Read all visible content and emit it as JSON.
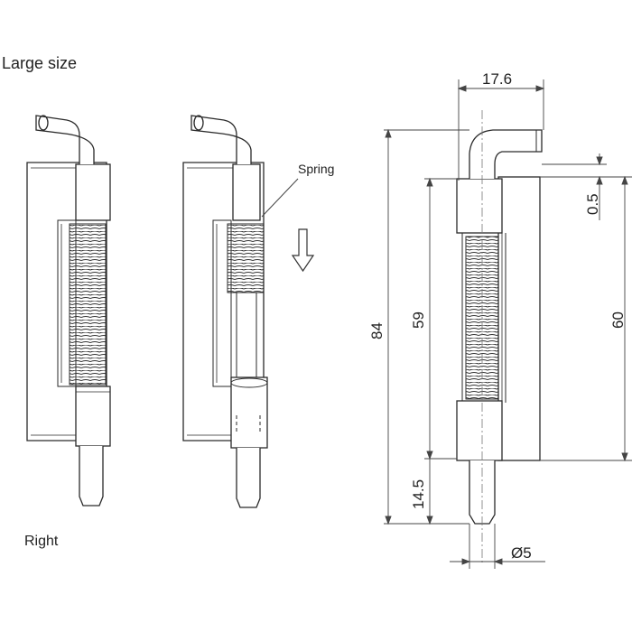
{
  "heading": "Large size",
  "side_label": "Right",
  "callout": {
    "spring": "Spring"
  },
  "dimensions": {
    "width_top": "17.6",
    "total_height": "84",
    "body_height": "59",
    "plate_height": "60",
    "offset": "0.5",
    "pin_length": "14.5",
    "pin_diameter": "Ø5"
  },
  "icons": {
    "arrow": "down-arrow-icon"
  },
  "colors": {
    "line": "#2a2a2a",
    "dim": "#444444",
    "text": "#222222"
  }
}
